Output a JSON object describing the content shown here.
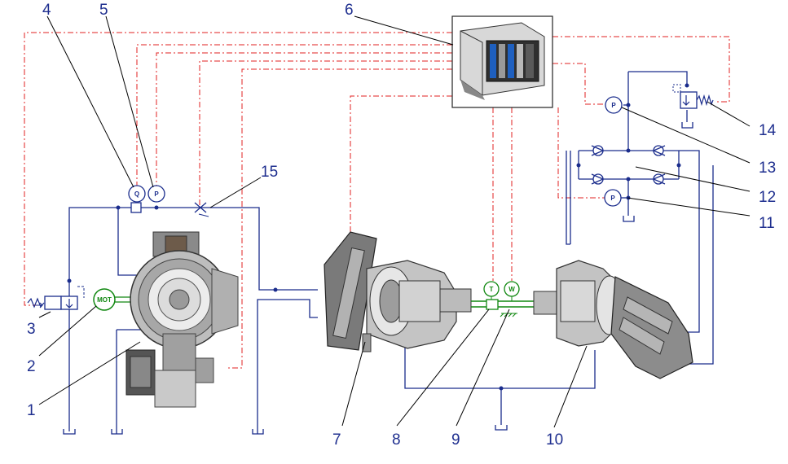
{
  "labels": {
    "l1": "1",
    "l2": "2",
    "l3": "3",
    "l4": "4",
    "l5": "5",
    "l6": "6",
    "l7": "7",
    "l8": "8",
    "l9": "9",
    "l10": "10",
    "l11": "11",
    "l12": "12",
    "l13": "13",
    "l14": "14",
    "l15": "15"
  },
  "symbols": {
    "flow_gauge": "Q",
    "pressure_gauge": "P",
    "motor": "MOT",
    "temperature": "T",
    "speed": "W",
    "pressure_gauge_13": "P",
    "pressure_gauge_11": "P"
  },
  "colors": {
    "hydraulic_line": "#1a2c8c",
    "signal_line": "#e02020",
    "motor_symbol": "#118811",
    "label_text": "#1f2f8f"
  }
}
